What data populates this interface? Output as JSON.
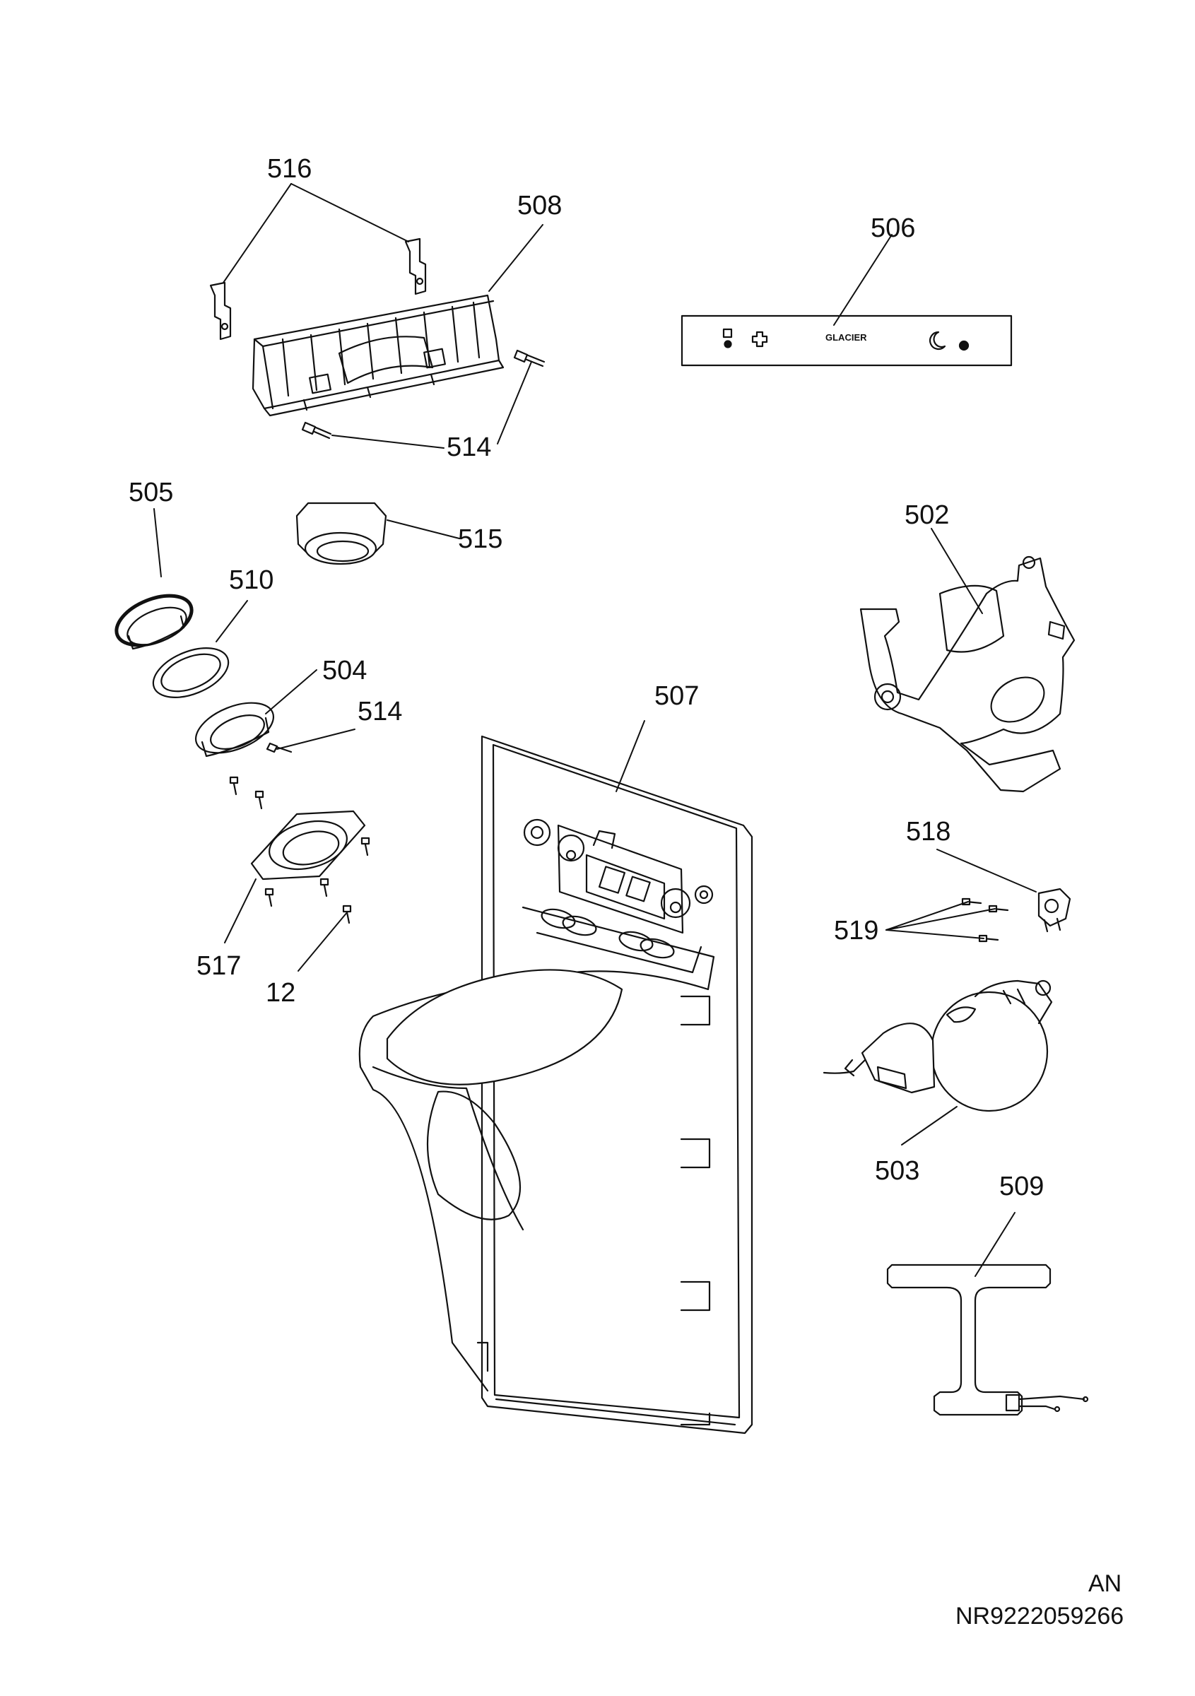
{
  "parts": [
    {
      "id": "p516",
      "number": "516"
    },
    {
      "id": "p508",
      "number": "508"
    },
    {
      "id": "p506",
      "number": "506"
    },
    {
      "id": "p514a",
      "number": "514"
    },
    {
      "id": "p505",
      "number": "505"
    },
    {
      "id": "p515",
      "number": "515"
    },
    {
      "id": "p502",
      "number": "502"
    },
    {
      "id": "p510",
      "number": "510"
    },
    {
      "id": "p504",
      "number": "504"
    },
    {
      "id": "p514b",
      "number": "514"
    },
    {
      "id": "p507",
      "number": "507"
    },
    {
      "id": "p518",
      "number": "518"
    },
    {
      "id": "p519",
      "number": "519"
    },
    {
      "id": "p517",
      "number": "517"
    },
    {
      "id": "p12",
      "number": "12"
    },
    {
      "id": "p503",
      "number": "503"
    },
    {
      "id": "p509",
      "number": "509"
    }
  ],
  "control_panel": {
    "brand": "GLACIER"
  },
  "footer": {
    "region_code": "AN",
    "document_number": "NR9222059266"
  }
}
